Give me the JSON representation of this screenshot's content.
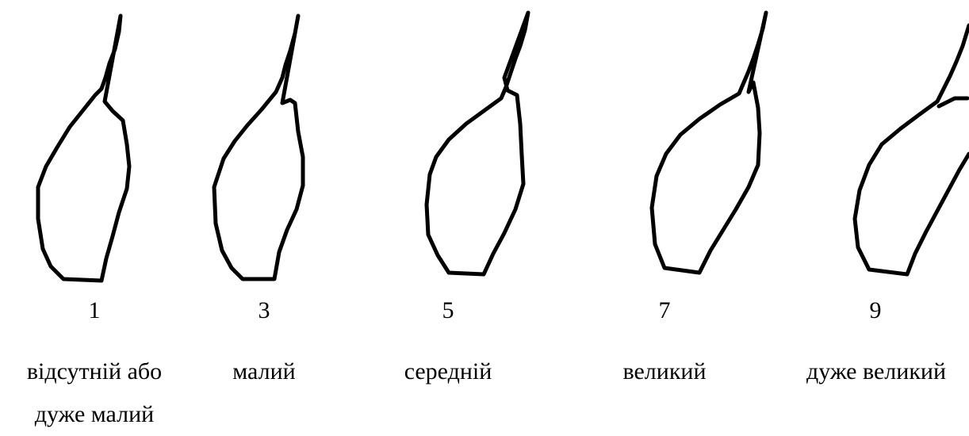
{
  "items": [
    {
      "code": "1",
      "label_lines": [
        "відсутній або",
        "дуже малий"
      ],
      "icon": "leaf-outline-icon"
    },
    {
      "code": "3",
      "label_lines": [
        "малий"
      ],
      "icon": "leaf-outline-icon"
    },
    {
      "code": "5",
      "label_lines": [
        "середній"
      ],
      "icon": "leaf-outline-icon"
    },
    {
      "code": "7",
      "label_lines": [
        "великий"
      ],
      "icon": "leaf-outline-icon"
    },
    {
      "code": "9",
      "label_lines": [
        "дуже великий"
      ],
      "icon": "leaf-outline-icon"
    }
  ],
  "colors": {
    "stroke": "#000000",
    "background": "#ffffff"
  }
}
